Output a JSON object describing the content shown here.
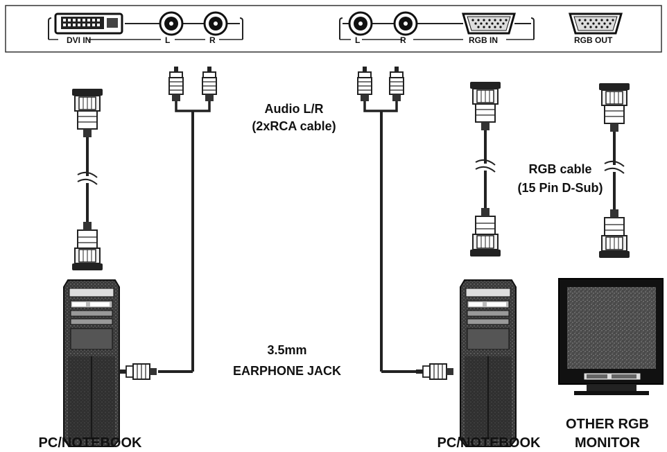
{
  "panel": {
    "dvi_in": "DVI IN",
    "audio_left_1": "L",
    "audio_right_1": "R",
    "audio_left_2": "L",
    "audio_right_2": "R",
    "rgb_in": "RGB IN",
    "rgb_out": "RGB OUT"
  },
  "labels": {
    "audio_line1": "Audio L/R",
    "audio_line2": "(2xRCA cable)",
    "rgb_line1": "RGB cable",
    "rgb_line2": "(15 Pin D-Sub)",
    "jack_line1": "3.5mm",
    "jack_line2": "EARPHONE JACK",
    "pc_left": "PC/NOTEBOOK",
    "pc_right": "PC/NOTEBOOK",
    "monitor_line1": "OTHER RGB",
    "monitor_line2": "MONITOR"
  },
  "icons": {
    "dvi_port": "dvi-port-icon",
    "rca_jack": "rca-jack-icon",
    "vga_port": "vga-port-icon",
    "vga_plug": "vga-plug-icon",
    "rca_plug": "rca-plug-icon",
    "pc_tower": "pc-tower-icon",
    "monitor": "monitor-icon"
  }
}
